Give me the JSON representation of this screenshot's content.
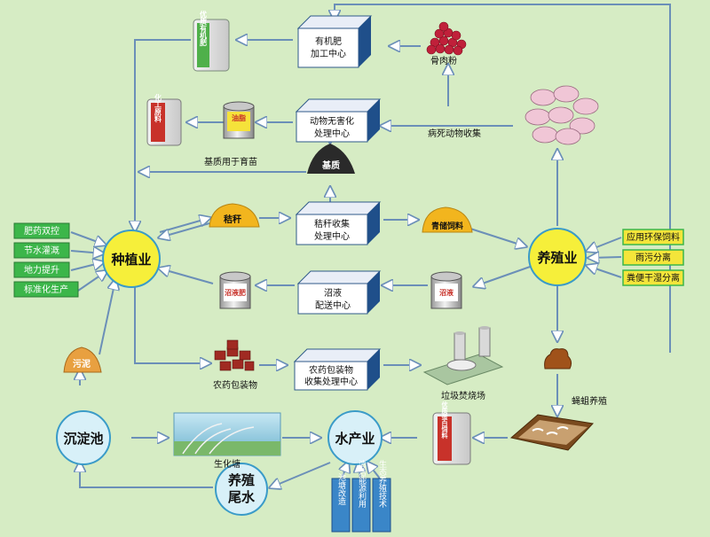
{
  "hubs": {
    "planting": "种植业",
    "breeding": "养殖业",
    "aquaculture": "水产业",
    "sediment": "沉淀池",
    "breeding_tail_water_1": "养殖",
    "breeding_tail_water_2": "尾水"
  },
  "centers": {
    "organic_fertilizer": [
      "有机肥",
      "加工中心"
    ],
    "harmless": [
      "动物无害化",
      "处理中心"
    ],
    "straw": [
      "秸秆收集",
      "处理中心"
    ],
    "biogas": [
      "沼液",
      "配送中心"
    ],
    "packaging": [
      "农药包装物",
      "收集处理中心"
    ]
  },
  "left_boxes": [
    "肥药双控",
    "节水灌溉",
    "地力提升",
    "标准化生产"
  ],
  "right_boxes": [
    "应用环保饲料",
    "雨污分离",
    "粪便干湿分离"
  ],
  "bottom_boxes": [
    "池塘改造",
    "清洁能源利用",
    "生态养殖技术"
  ],
  "labels": {
    "bone_meal": "骨肉粉",
    "dead_animals": "病死动物收集",
    "base_material": "基质",
    "base_for_seedling": "基质用于育苗",
    "straw": "秸秆",
    "silage": "青储饲料",
    "pesticide_packaging": "农药包装物",
    "incinerator": "垃圾焚烧场",
    "maggot": "蝇蛆养殖",
    "eco_pond": "生化塘",
    "sludge": "污泥"
  },
  "bags": {
    "organic_bag": "优质有机肥",
    "chem_material": "化工原料",
    "protein_feed": "优质蛋白饲料"
  },
  "barrels": {
    "oil": "油脂",
    "biogas_fert": "沼液肥",
    "biogas_liquid": "沼液"
  },
  "colors": {
    "background": "#d6ecc4",
    "hub_fill": "#f6ef3a",
    "circle_fill": "#d8f0f8",
    "box_green": "#3cb64a",
    "box_yellow": "#f4e53a",
    "arrow": "#6b8fb8",
    "arrow_fill": "#ffffff"
  }
}
